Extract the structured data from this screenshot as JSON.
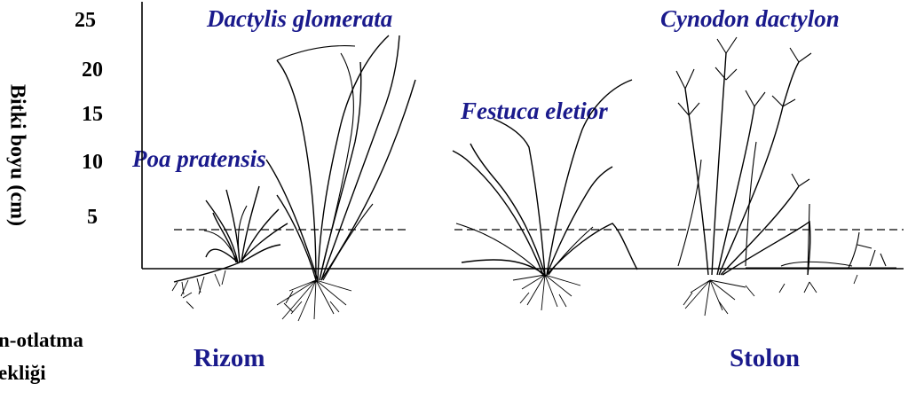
{
  "y_axis": {
    "label": "Bitki boyu (cm)",
    "ticks": [
      "25",
      "20",
      "15",
      "10",
      "5"
    ]
  },
  "species": {
    "dactylis": "Dactylis glomerata",
    "cynodon": "Cynodon dactylon",
    "festuca": "Festuca eletior",
    "poa": "Poa pratensis"
  },
  "growth_types": {
    "rhizome": "Rizom",
    "stolon": "Stolon"
  },
  "footnote": {
    "line1": "n-otlatma",
    "line2": "ekliği"
  },
  "colors": {
    "label_blue": "#1a1a8c",
    "ink": "#000000"
  }
}
